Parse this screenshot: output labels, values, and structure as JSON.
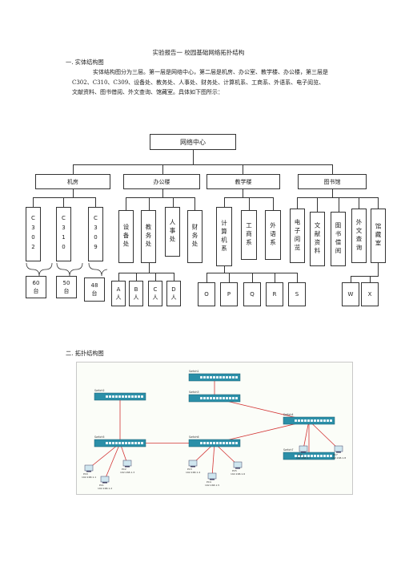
{
  "doc": {
    "title": "实验报告一  校园基础网络拓扑结构",
    "section1": "一. 实体结构图",
    "paragraph": "实体结构图分为三层。第一层是网络中心，第二层是机房、办公室、教学楼、办公楼，第三层是 C302、C310、C309、设备处、教务处、人事处、财务处、计算机系、工商系、外语系、电子阅览、文献资料、图书借阅、外文查询、馆藏室。具体如下图所示：",
    "section2": "二. 拓扑结构图"
  },
  "org": {
    "root": "网络中心",
    "level2": [
      "机房",
      "办公楼",
      "教学楼",
      "图书馆"
    ],
    "jifang": [
      "C302",
      "C310",
      "C309"
    ],
    "bangong": [
      "设备处",
      "教务处",
      "人事处",
      "财务处"
    ],
    "jiaoxue": [
      "计算机系",
      "工商系",
      "外语系"
    ],
    "tushu": [
      "电子阅览",
      "文献资料",
      "图书借阅",
      "外文查询",
      "馆藏室"
    ],
    "capacity": [
      "60\n台",
      "50\n台",
      "48\n台"
    ],
    "offices": [
      "A\n人",
      "B\n人",
      "C\n人",
      "D\n人"
    ],
    "teaching": [
      "O",
      "P",
      "Q",
      "R",
      "S"
    ],
    "library": [
      "W",
      "X"
    ]
  },
  "topo": {
    "switches": [
      "Switch1",
      "Switch2",
      "Switch3",
      "Switch4",
      "Switch5",
      "Switch6",
      "Switch7"
    ],
    "pcs": [
      {
        "name": "PC0",
        "ip": "192.168.1.1"
      },
      {
        "name": "PC1",
        "ip": "192.168.1.2"
      },
      {
        "name": "PC2",
        "ip": "192.168.1.3"
      },
      {
        "name": "PC3",
        "ip": "192.168.1.4"
      },
      {
        "name": "PC4",
        "ip": "192.168.1.5"
      },
      {
        "name": "PC5",
        "ip": "192.168.1.6"
      },
      {
        "name": "PC6",
        "ip": "192.168.1.7"
      },
      {
        "name": "PC7",
        "ip": "192.168.1.8"
      }
    ]
  },
  "colors": {
    "link": "#d33333",
    "switch": "#2b8fa8",
    "panel_border": "#c8c8c8"
  }
}
